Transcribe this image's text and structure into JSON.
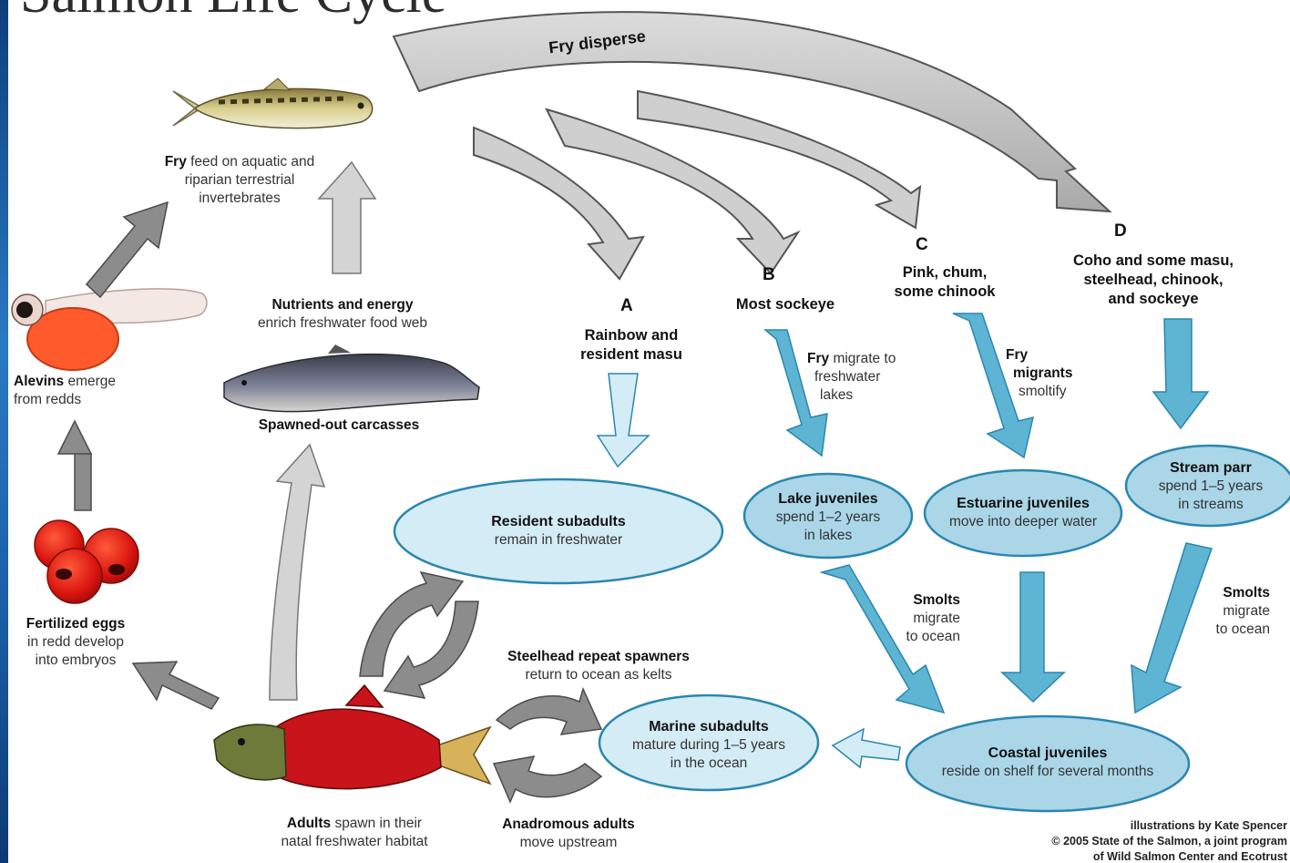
{
  "title": "Salmon Life Cycle",
  "fry_disperse": "Fry disperse",
  "fry": {
    "bold": "Fry",
    "text_1": "feed on aquatic and",
    "text_2": "riparian terrestrial",
    "text_3": "invertebrates"
  },
  "alevins": {
    "bold": "Alevins",
    "text_1": "emerge",
    "text_2": "from redds"
  },
  "eggs": {
    "bold": "Fertilized eggs",
    "text_1": "in redd develop",
    "text_2": "into embryos"
  },
  "nutrients": {
    "bold": "Nutrients and energy",
    "text": "enrich freshwater food web"
  },
  "carcasses": {
    "bold": "Spawned-out carcasses"
  },
  "adults": {
    "bold": "Adults",
    "text_1": "spawn in their",
    "text_2": "natal freshwater habitat"
  },
  "steelhead": {
    "bold": "Steelhead repeat spawners",
    "text": "return to ocean as kelts"
  },
  "anadromous": {
    "bold": "Anadromous adults",
    "text": "move upstream"
  },
  "path_a": {
    "letter": "A",
    "line_1": "Rainbow and",
    "line_2": "resident masu"
  },
  "path_b": {
    "letter": "B",
    "line_1": "Most sockeye"
  },
  "path_c": {
    "letter": "C",
    "line_1": "Pink, chum,",
    "line_2": "some chinook"
  },
  "path_d": {
    "letter": "D",
    "line_1": "Coho and some masu,",
    "line_2": "steelhead, chinook,",
    "line_3": "and sockeye"
  },
  "resident_subadults": {
    "bold": "Resident subadults",
    "text": "remain in freshwater"
  },
  "lake_juveniles": {
    "bold": "Lake juveniles",
    "text_1": "spend 1–2 years",
    "text_2": "in lakes"
  },
  "estuarine_juveniles": {
    "bold": "Estuarine juveniles",
    "text": "move into deeper water"
  },
  "stream_parr": {
    "bold": "Stream parr",
    "text_1": "spend 1–5 years",
    "text_2": "in streams"
  },
  "marine_subadults": {
    "bold": "Marine subadults",
    "text_1": "mature during 1–5 years",
    "text_2": "in the ocean"
  },
  "coastal_juveniles": {
    "bold": "Coastal juveniles",
    "text": "reside on shelf for several months"
  },
  "fry_migrate_b": {
    "bold": "Fry",
    "text_1": "migrate to",
    "text_2": "freshwater",
    "text_3": "lakes"
  },
  "fry_migrate_c": {
    "bold_1": "Fry",
    "bold_2": "migrants",
    "text": "smoltify"
  },
  "smolts_left": {
    "bold": "Smolts",
    "text_1": "migrate",
    "text_2": "to ocean"
  },
  "smolts_right": {
    "bold": "Smolts",
    "text_1": "migrate",
    "text_2": "to ocean"
  },
  "credit": {
    "line_1": "illustrations by Kate Spencer",
    "line_2": "© 2005 State of the Salmon, a joint program",
    "line_3": "of Wild Salmon Center and Ecotrust"
  },
  "colors": {
    "gray_arrow": "#8c8c8c",
    "light_arrow": "#d4d4d4",
    "blue_arrow": "#5eb4d3",
    "light_blue_arrow": "#d4ecf5",
    "oval_fill": "#aad6e8",
    "oval_stroke": "#2a86b0",
    "salmon_red": "#c8141a"
  }
}
